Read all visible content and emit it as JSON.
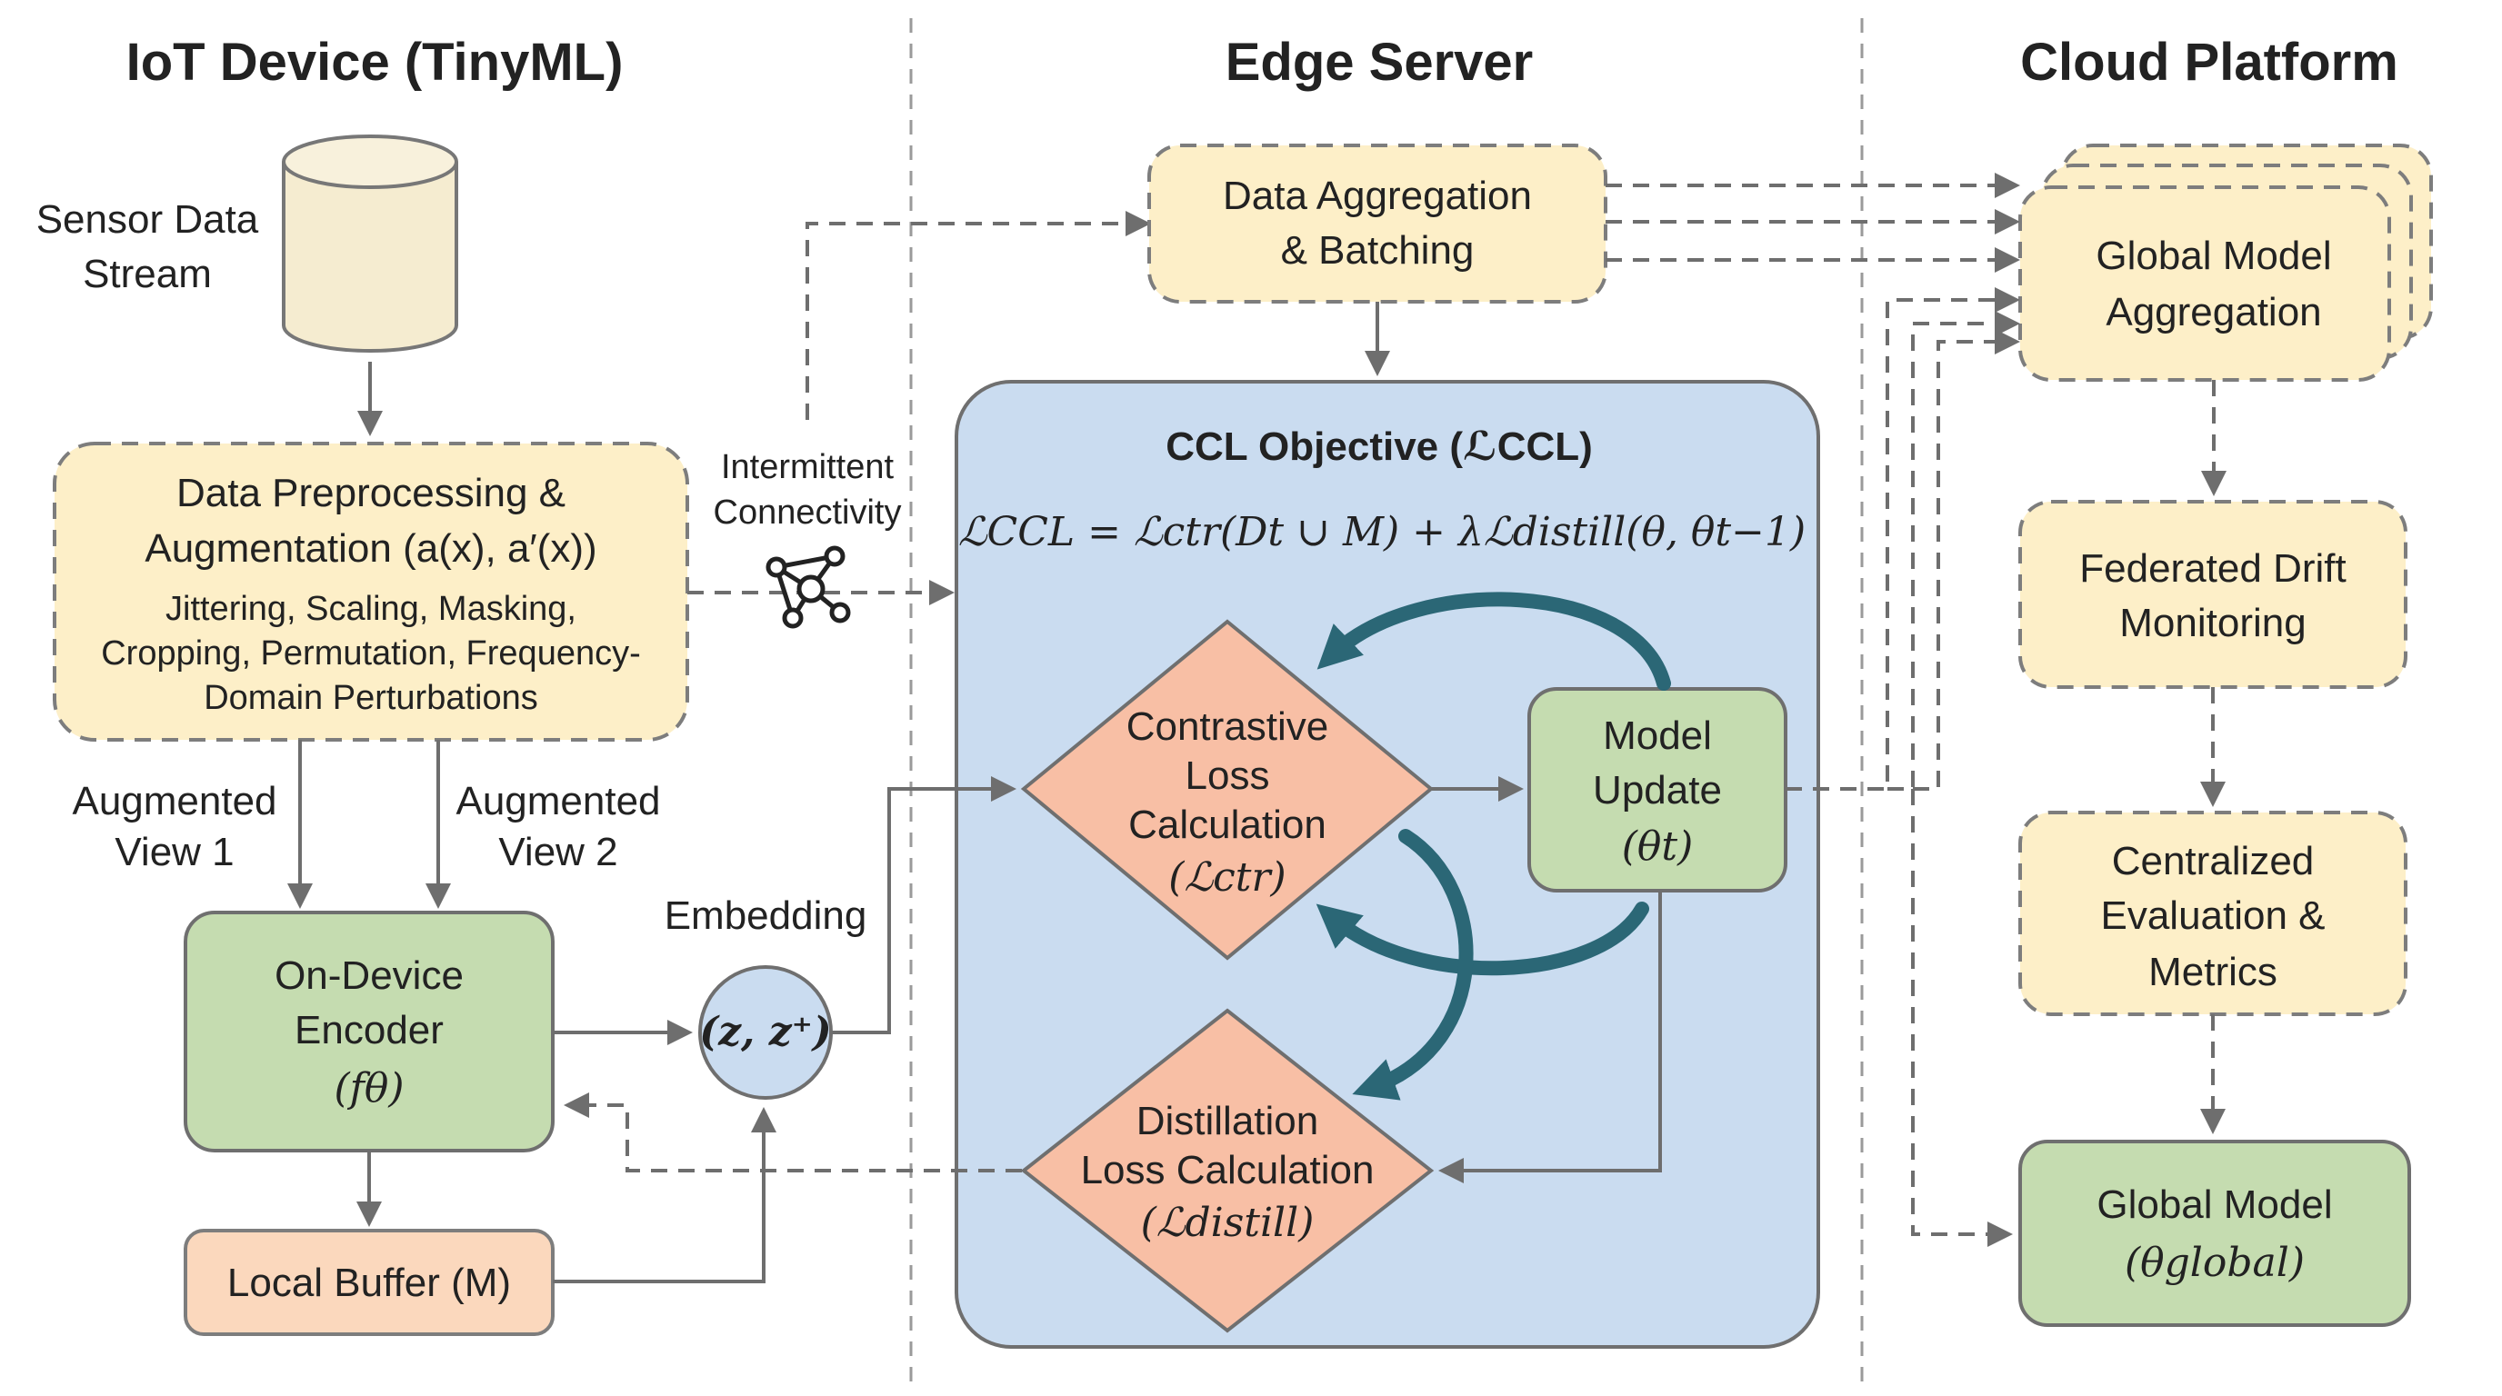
{
  "columns": {
    "iot": "IoT Device (TinyML)",
    "edge": "Edge Server",
    "cloud": "Cloud Platform"
  },
  "iot": {
    "sensor": [
      "Sensor Data",
      "Stream"
    ],
    "preprocess_title": [
      "Data Preprocessing &",
      "Augmentation (a(x), a′(x))"
    ],
    "preprocess_details": [
      "Jittering, Scaling, Masking,",
      "Cropping, Permutation, Frequency-",
      "Domain Perturbations"
    ],
    "view1": [
      "Augmented",
      "View 1"
    ],
    "view2": [
      "Augmented",
      "View 2"
    ],
    "encoder": [
      "On-Device",
      "Encoder",
      "(fθ)"
    ],
    "buffer": "Local Buffer (M)",
    "embedding_label": "Embedding",
    "embedding_node": "(z, z⁺)",
    "connectivity": [
      "Intermittent",
      "Connectivity"
    ]
  },
  "edge": {
    "aggregation": [
      "Data Aggregation",
      "& Batching"
    ],
    "objective_title": "CCL Objective (ℒCCL)",
    "formula": "ℒCCL = ℒctr(Dt ∪ M) + λℒdistill(θ, θt−1)",
    "contrastive": [
      "Contrastive",
      "Loss",
      "Calculation",
      "(ℒctr)"
    ],
    "update": [
      "Model",
      "Update",
      "(θt)"
    ],
    "distill": [
      "Distillation",
      "Loss Calculation",
      "(ℒdistill)"
    ]
  },
  "cloud": {
    "global_agg": [
      "Global Model",
      "Aggregation"
    ],
    "drift": [
      "Federated Drift",
      "Monitoring"
    ],
    "eval": [
      "Centralized",
      "Evaluation &",
      "Metrics"
    ],
    "global_model": [
      "Global Model",
      "(θglobal)"
    ]
  },
  "colors": {
    "yellow": "#fdefc8",
    "green": "#c5dcb0",
    "peach": "#fbd8bd",
    "diamond": "#f8bfa5",
    "blue_panel": "#cadcf0",
    "teal_arrow": "#2b6776"
  }
}
